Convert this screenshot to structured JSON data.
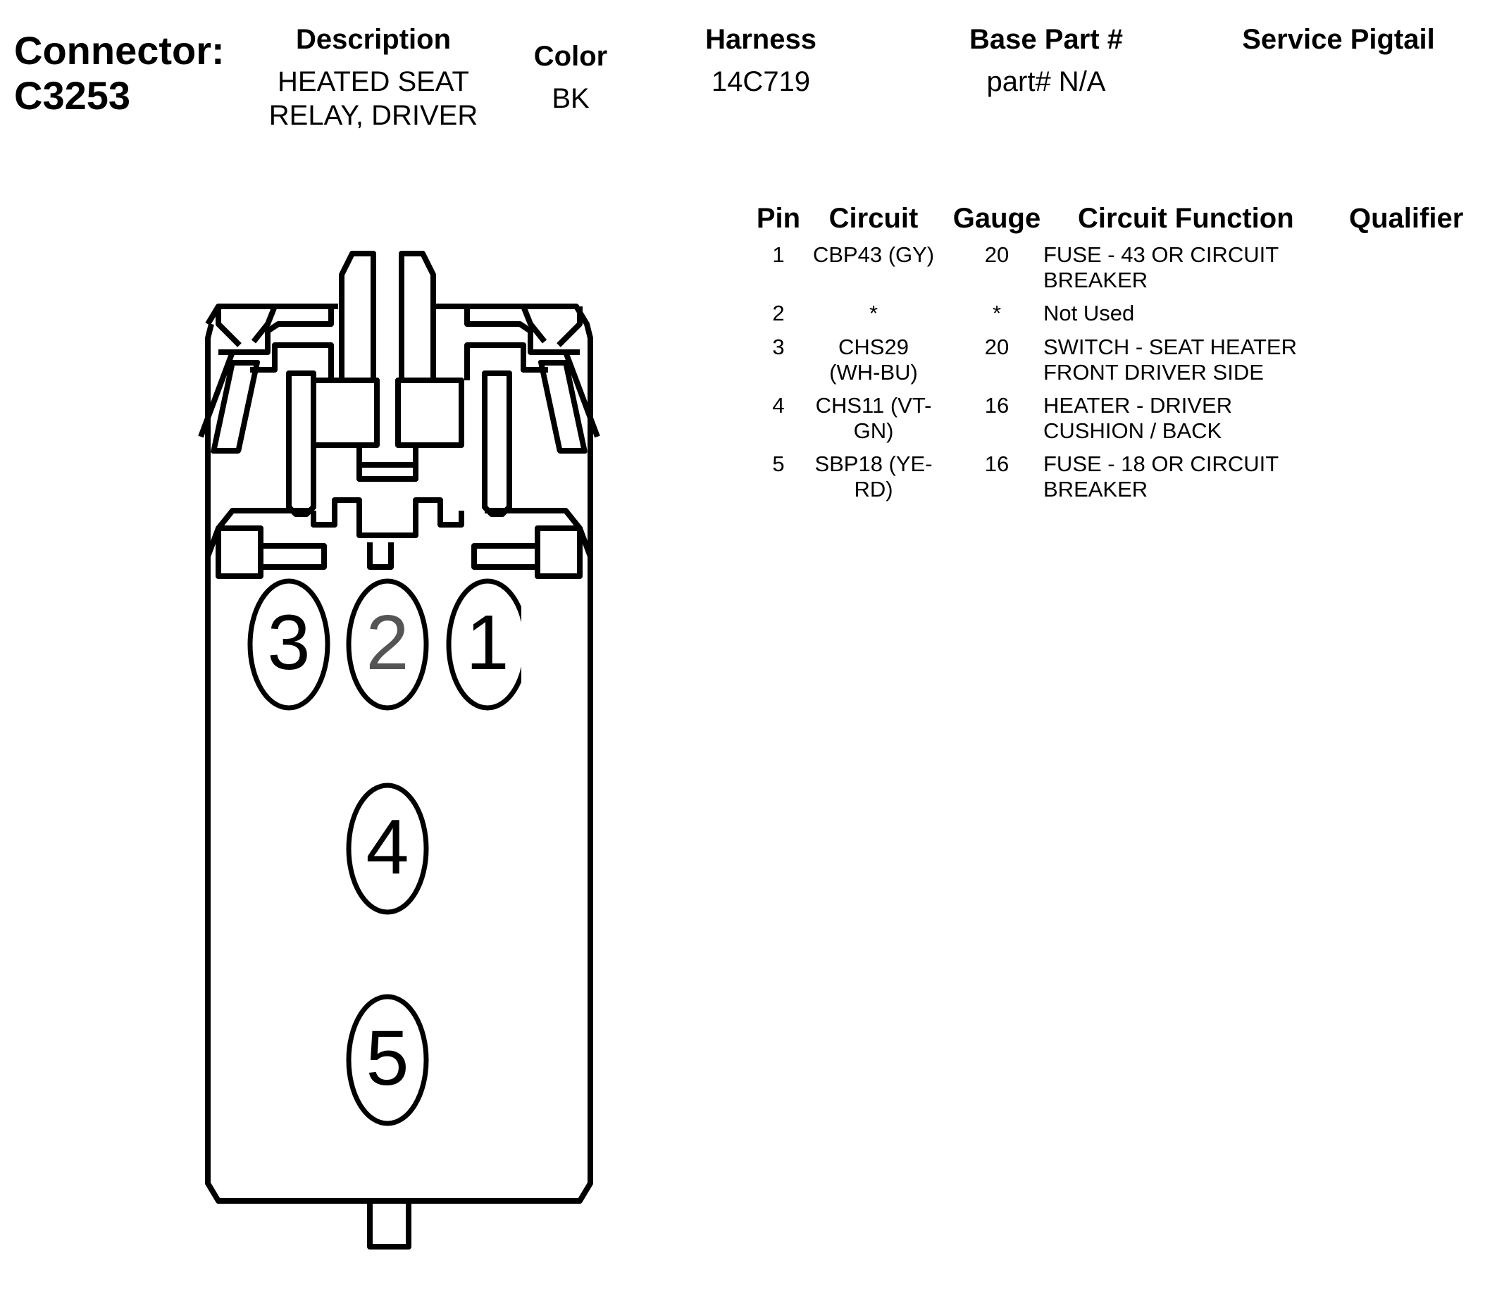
{
  "connector": {
    "label": "Connector:",
    "id": "C3253"
  },
  "header": {
    "description_label": "Description",
    "description_line1": "HEATED SEAT",
    "description_line2": "RELAY, DRIVER",
    "color_label": "Color",
    "color_value": "BK",
    "harness_label": "Harness",
    "harness_value": "14C719",
    "base_part_label": "Base Part #",
    "base_part_value": "part# N/A",
    "service_pigtail_label": "Service Pigtail",
    "service_pigtail_value": ""
  },
  "pin_table": {
    "columns": [
      "Pin",
      "Circuit",
      "Gauge",
      "Circuit Function",
      "Qualifier"
    ],
    "rows": [
      {
        "pin": "1",
        "circuit": [
          "CBP43 (GY)"
        ],
        "gauge": "20",
        "function": [
          "FUSE - 43 OR CIRCUIT",
          "BREAKER"
        ],
        "qualifier": ""
      },
      {
        "pin": "2",
        "circuit": [
          "*"
        ],
        "gauge": "*",
        "function": [
          "Not Used"
        ],
        "qualifier": ""
      },
      {
        "pin": "3",
        "circuit": [
          "CHS29",
          "(WH-BU)"
        ],
        "gauge": "20",
        "function": [
          "SWITCH - SEAT HEATER",
          "FRONT DRIVER SIDE"
        ],
        "qualifier": ""
      },
      {
        "pin": "4",
        "circuit": [
          "CHS11 (VT-",
          "GN)"
        ],
        "gauge": "16",
        "function": [
          "HEATER - DRIVER",
          "CUSHION / BACK"
        ],
        "qualifier": ""
      },
      {
        "pin": "5",
        "circuit": [
          "SBP18 (YE-",
          "RD)"
        ],
        "gauge": "16",
        "function": [
          "FUSE - 18 OR CIRCUIT",
          "BREAKER"
        ],
        "qualifier": ""
      }
    ]
  },
  "diagram": {
    "pin_labels": [
      "3",
      "2",
      "1",
      "4",
      "5"
    ]
  }
}
